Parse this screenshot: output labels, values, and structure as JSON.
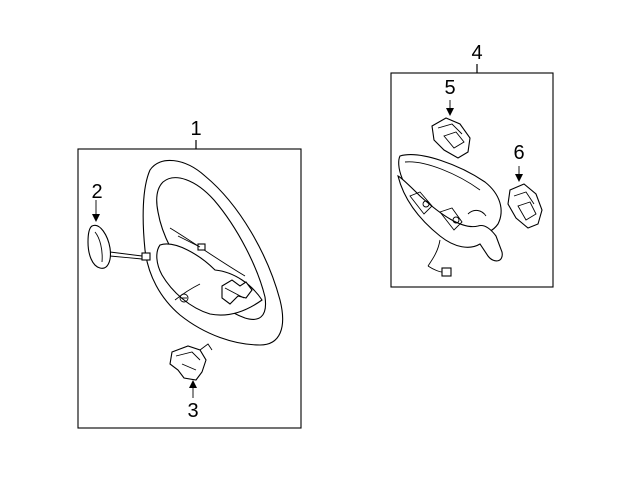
{
  "callouts": {
    "c1": "1",
    "c2": "2",
    "c3": "3",
    "c4": "4",
    "c5": "5",
    "c6": "6"
  },
  "icons": {
    "steering_wheel": "steering-wheel-icon",
    "horn_cover": "horn-cover-icon",
    "switch": "steering-switch-icon",
    "airbag": "airbag-module-icon"
  },
  "colors": {
    "line": "#000000",
    "background": "#ffffff"
  }
}
